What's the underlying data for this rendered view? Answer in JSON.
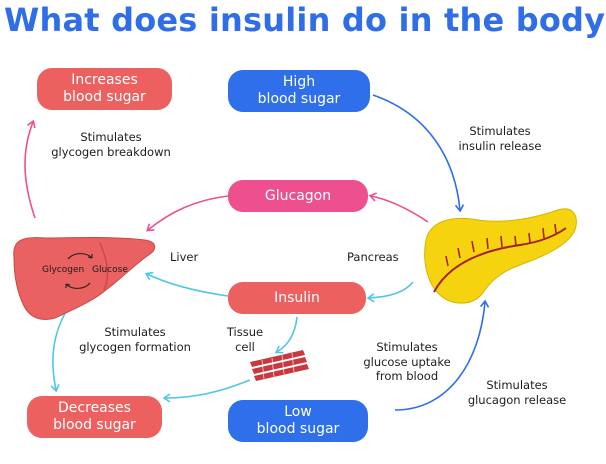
{
  "title": "What does insulin do in the body?",
  "nodes": {
    "increases": [
      "Increases",
      "blood sugar"
    ],
    "high": [
      "High",
      "blood sugar"
    ],
    "glucagon": "Glucagon",
    "insulin": "Insulin",
    "decreases": [
      "Decreases",
      "blood sugar"
    ],
    "low": [
      "Low",
      "blood sugar"
    ]
  },
  "notes": {
    "glycogen_breakdown": [
      "Stimulates",
      "glycogen breakdown"
    ],
    "insulin_release": [
      "Stimulates",
      "insulin release"
    ],
    "glycogen_formation": [
      "Stimulates",
      "glycogen formation"
    ],
    "glucose_uptake": [
      "Stimulates",
      "glucose uptake",
      "from blood"
    ],
    "glucagon_release": [
      "Stimulates",
      "glucagon release"
    ]
  },
  "labels": {
    "liver": "Liver",
    "pancreas": "Pancreas",
    "tissue_cell": [
      "Tissue",
      "cell"
    ],
    "glycogen": "Glycogen",
    "glucose": "Glucose"
  },
  "colors": {
    "title": "#2f6ee6",
    "red": "#ec6160",
    "blue": "#2f6fea",
    "pink": "#ee4f8f",
    "cyan": "#4fc6e6",
    "liver": "#e96160",
    "pancreas": "#f5d40f"
  }
}
